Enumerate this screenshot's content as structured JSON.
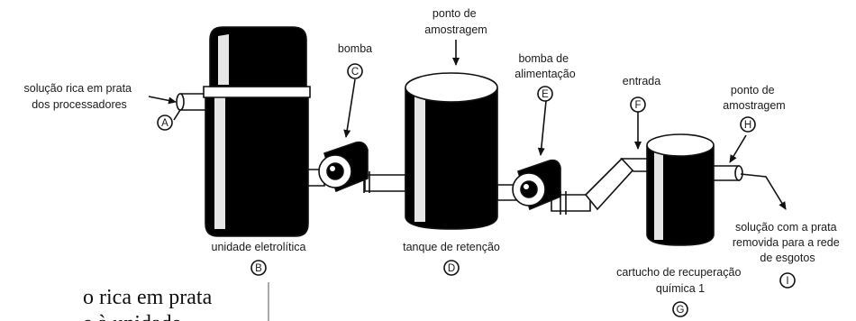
{
  "labels": {
    "silver_solution": [
      "solução rica em prata",
      "dos processadores"
    ],
    "pump": "bomba",
    "sampling_point_1": [
      "ponto de",
      "amostragem"
    ],
    "feed_pump": [
      "bomba de",
      "alimentação"
    ],
    "inlet": "entrada",
    "sampling_point_2": [
      "ponto de",
      "amostragem"
    ],
    "electrolytic_unit": "unidade eletrolítica",
    "holding_tank": "tanque de retenção",
    "cartridge": [
      "cartucho de recuperação",
      "química 1"
    ],
    "outlet": [
      "solução com a prata",
      "removida para a rede",
      "de esgotos"
    ]
  },
  "markers": {
    "A": "A",
    "B": "B",
    "C": "C",
    "D": "D",
    "E": "E",
    "F": "F",
    "G": "G",
    "H": "H",
    "I": "I"
  },
  "clipped_text": {
    "line1": "o rica em prata",
    "line2": "e à unidade"
  },
  "colors": {
    "ink": "#111111",
    "fill": "#000000",
    "paper": "#ffffff"
  }
}
